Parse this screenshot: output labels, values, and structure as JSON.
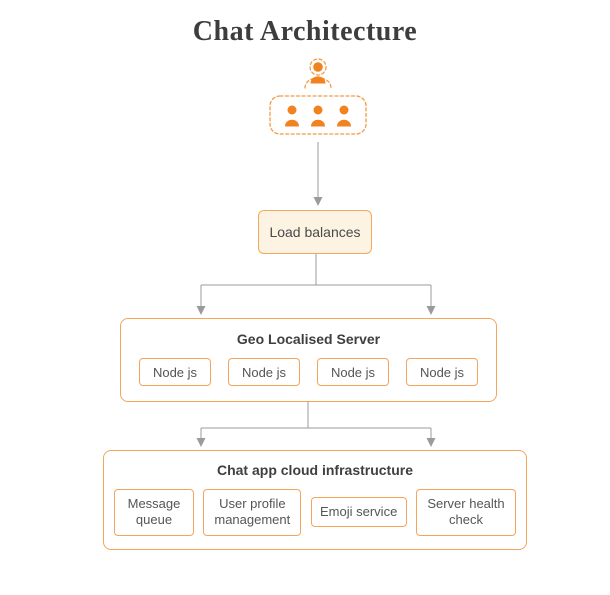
{
  "title": "Chat Architecture",
  "users": {
    "icon": "users-icon"
  },
  "load_balancer": {
    "label": "Load balances"
  },
  "geo_server": {
    "title": "Geo Localised Server",
    "nodes": [
      {
        "label": "Node js"
      },
      {
        "label": "Node js"
      },
      {
        "label": "Node js"
      },
      {
        "label": "Node js"
      }
    ]
  },
  "infrastructure": {
    "title": "Chat app cloud infrastructure",
    "services": [
      {
        "label": "Message queue"
      },
      {
        "label": "User profile management"
      },
      {
        "label": "Emoji service"
      },
      {
        "label": "Server health check"
      }
    ]
  },
  "colors": {
    "accent_orange": "#F0831F",
    "border_orange": "#F5A45C",
    "load_balancer_fill": "#FCF3E3",
    "connector_gray": "#9B9B9B",
    "title_text": "#3D3D3D",
    "body_text": "#555555"
  }
}
